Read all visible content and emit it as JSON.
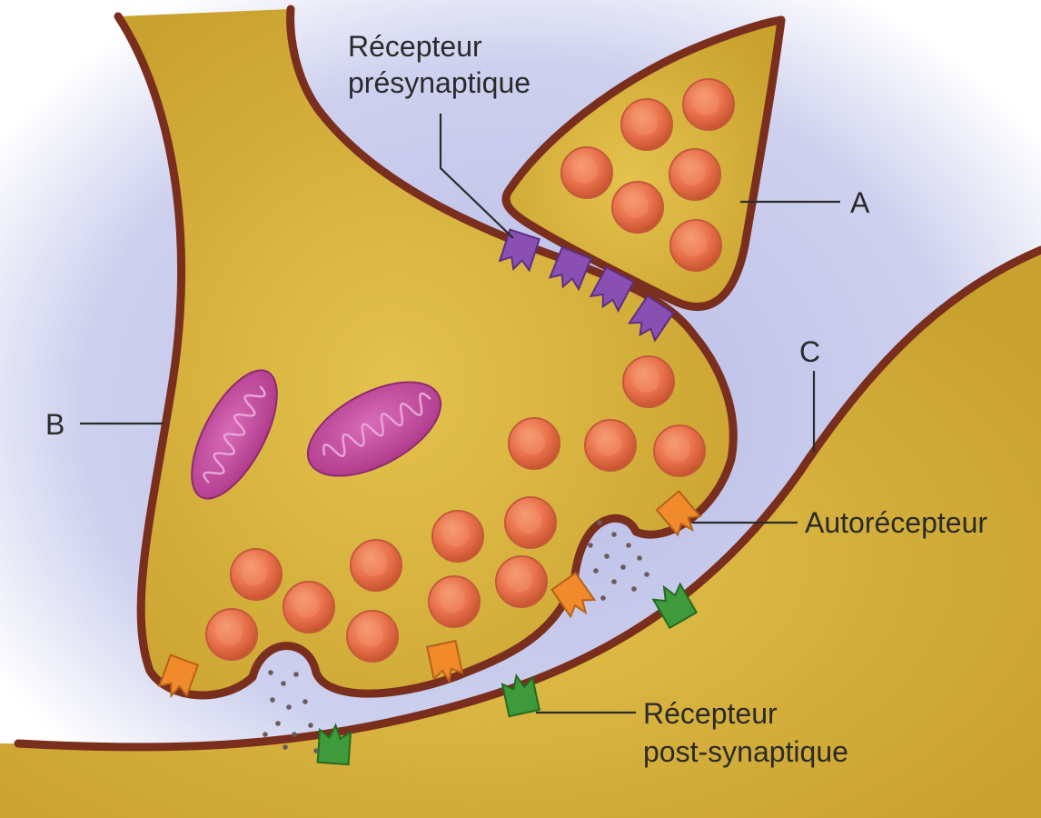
{
  "labels": {
    "presynaptic_receptor": [
      "Récepteur",
      "présynaptique"
    ],
    "a": "A",
    "b": "B",
    "c": "C",
    "autoreceptor": "Autorécepteur",
    "postsynaptic_receptor": [
      "Récepteur",
      "post-synaptique"
    ]
  },
  "colors": {
    "cytoplasm": "#d8b63c",
    "membrane": "#7a2f1e",
    "cleft": "#c6c9ec",
    "vesicle": "#e9744a",
    "mitochondria": "#c2459b",
    "presynaptic_receptor": "#8a4fb3",
    "autoreceptor": "#f08a2a",
    "postsynaptic_receptor": "#3e9a3a"
  },
  "icons": {
    "vesicle": "vesicle-icon",
    "mitochondrion": "mitochondrion-icon",
    "presynaptic_receptor": "presynaptic-receptor-icon",
    "autoreceptor": "autoreceptor-icon",
    "postsynaptic_receptor": "postsynaptic-receptor-icon"
  }
}
